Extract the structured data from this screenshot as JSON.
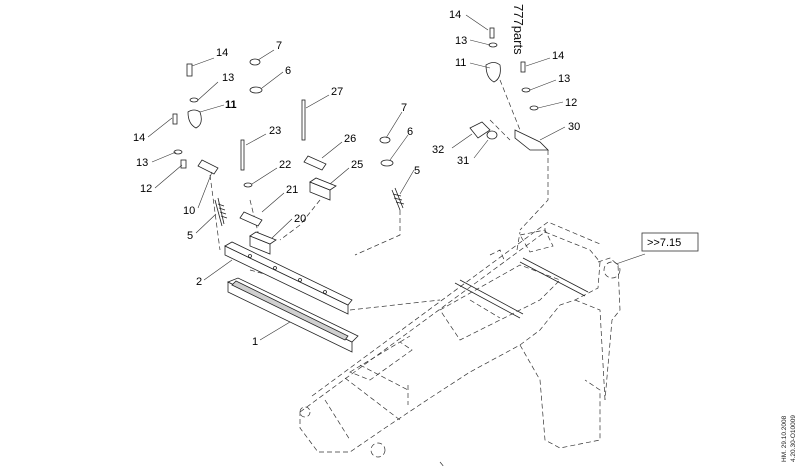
{
  "watermark": "777parts",
  "reference": ">>7.15",
  "date": "HM. 29.10.2008",
  "drawing_code": "4.20.30-O10009",
  "callouts": [
    {
      "id": "c14a",
      "text": "14"
    },
    {
      "id": "c7a",
      "text": "7"
    },
    {
      "id": "c13a",
      "text": "13"
    },
    {
      "id": "c6a",
      "text": "6"
    },
    {
      "id": "c11a",
      "text": "11"
    },
    {
      "id": "c27",
      "text": "27"
    },
    {
      "id": "c23",
      "text": "23"
    },
    {
      "id": "c14b",
      "text": "14"
    },
    {
      "id": "c13b",
      "text": "13"
    },
    {
      "id": "c12a",
      "text": "12"
    },
    {
      "id": "c22",
      "text": "22"
    },
    {
      "id": "c26",
      "text": "26"
    },
    {
      "id": "c21",
      "text": "21"
    },
    {
      "id": "c25",
      "text": "25"
    },
    {
      "id": "c10",
      "text": "10"
    },
    {
      "id": "c5a",
      "text": "5"
    },
    {
      "id": "c20",
      "text": "20"
    },
    {
      "id": "c2",
      "text": "2"
    },
    {
      "id": "c1",
      "text": "1"
    },
    {
      "id": "c7b",
      "text": "7"
    },
    {
      "id": "c6b",
      "text": "6"
    },
    {
      "id": "c5b",
      "text": "5"
    },
    {
      "id": "c14c",
      "text": "14"
    },
    {
      "id": "c13c",
      "text": "13"
    },
    {
      "id": "c11b",
      "text": "11"
    },
    {
      "id": "c14d",
      "text": "14"
    },
    {
      "id": "c13d",
      "text": "13"
    },
    {
      "id": "c12b",
      "text": "12"
    },
    {
      "id": "c30",
      "text": "30"
    },
    {
      "id": "c32",
      "text": "32"
    },
    {
      "id": "c31",
      "text": "31"
    }
  ]
}
